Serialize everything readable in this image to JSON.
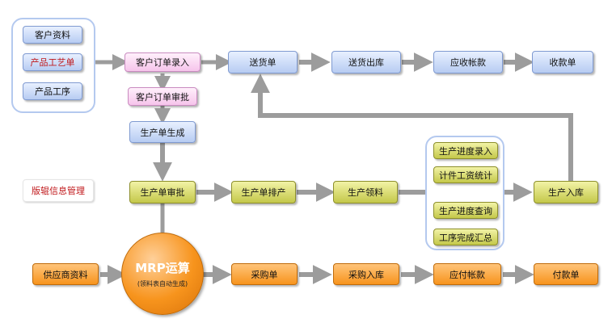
{
  "nodes": {
    "customer_info": "客户资料",
    "product_process_sheet": "产品工艺单",
    "product_process": "产品工序",
    "order_entry": "客户订单录入",
    "order_review": "客户订单审批",
    "production_order_gen": "生产单生成",
    "delivery_note": "送货单",
    "delivery_out": "送货出库",
    "receivables": "应收帐款",
    "receipt": "收款单",
    "version_control": "版辊信息管理",
    "production_review": "生产单审批",
    "production_schedule": "生产单排产",
    "material_issue": "生产领料",
    "progress_entry": "生产进度录入",
    "piece_wage_stats": "计件工资统计",
    "progress_query": "生产进度查询",
    "process_summary": "工序完成汇总",
    "production_in": "生产入库",
    "supplier_info": "供应商资料",
    "mrp_title": "MRP运算",
    "mrp_subtitle": "(领料表自动生成)",
    "purchase_order": "采购单",
    "purchase_in": "采购入库",
    "payables": "应付帐款",
    "payment": "付款单"
  },
  "colors": {
    "blue_node": "#b7ccf2",
    "pink_node": "#f6c4eb",
    "olive_node": "#c4c84a",
    "orange_node": "#f7941d",
    "arrow": "#9c9c9c",
    "group_outline": "#b4c9ef",
    "red_text": "#c0181b"
  }
}
